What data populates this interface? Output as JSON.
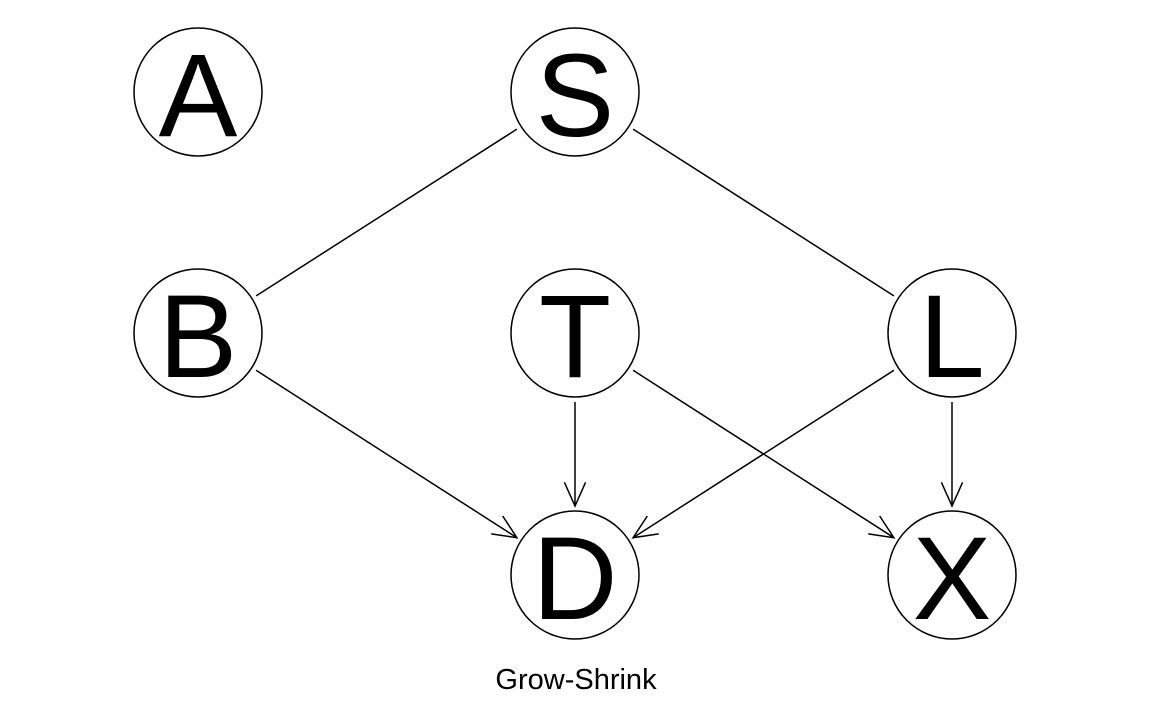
{
  "graph": {
    "caption": "Grow-Shrink",
    "nodes": [
      {
        "id": "A",
        "label": "A"
      },
      {
        "id": "S",
        "label": "S"
      },
      {
        "id": "B",
        "label": "B"
      },
      {
        "id": "T",
        "label": "T"
      },
      {
        "id": "L",
        "label": "L"
      },
      {
        "id": "D",
        "label": "D"
      },
      {
        "id": "X",
        "label": "X"
      }
    ],
    "edges": [
      {
        "from": "S",
        "to": "B",
        "directed": false
      },
      {
        "from": "S",
        "to": "L",
        "directed": false
      },
      {
        "from": "B",
        "to": "D",
        "directed": true
      },
      {
        "from": "T",
        "to": "D",
        "directed": true
      },
      {
        "from": "T",
        "to": "X",
        "directed": true
      },
      {
        "from": "L",
        "to": "D",
        "directed": true
      },
      {
        "from": "L",
        "to": "X",
        "directed": true
      }
    ]
  }
}
